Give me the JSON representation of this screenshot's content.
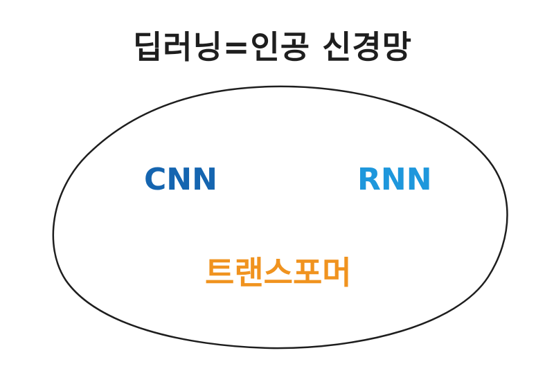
{
  "title": "딥러닝=인공 신경망",
  "nodes": [
    {
      "label": "CNN",
      "color": "#1565b0"
    },
    {
      "label": "RNN",
      "color": "#1e97dc"
    },
    {
      "label": "트랜스포머",
      "color": "#f0931f"
    }
  ],
  "colors": {
    "outline": "#1e1e1e",
    "title": "#1e1e1e",
    "background": "#ffffff"
  }
}
